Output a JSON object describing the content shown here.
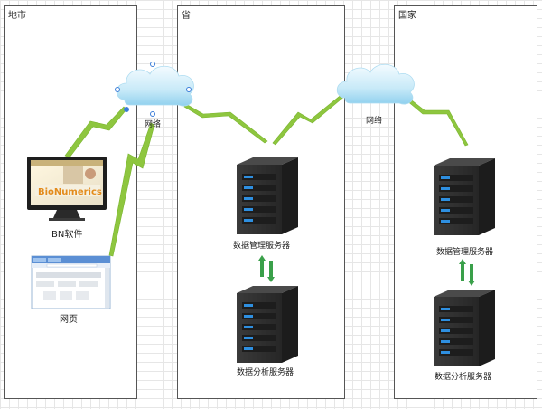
{
  "zones": {
    "local": "地市",
    "province": "省",
    "national": "国家"
  },
  "network": {
    "local_label": "网络",
    "province_label": "网络"
  },
  "client": {
    "bn_software_label": "BN软件",
    "bn_logo_text": "BioNumerics",
    "webpage_label": "网页"
  },
  "province": {
    "manage_server_label": "数据管理服务器",
    "analysis_server_label": "数据分析服务器"
  },
  "national": {
    "manage_server_label": "数据管理服务器",
    "analysis_server_label": "数据分析服务器"
  },
  "colors": {
    "lightning": "#8ec63f",
    "sync_arrow": "#3aa04a",
    "server_body": "#2f2f2f",
    "server_led": "#2e8fe0",
    "cloud": "#bfe6f7"
  }
}
